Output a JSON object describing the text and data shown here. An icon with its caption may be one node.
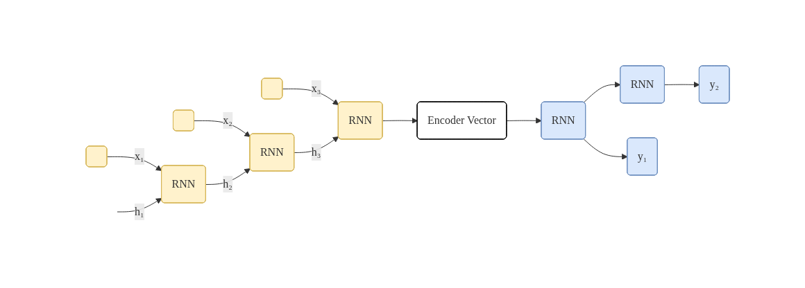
{
  "diagram": {
    "nodes": [
      {
        "text": [],
        "shape": "box"
      },
      {
        "text": [],
        "shape": "box"
      },
      {
        "text": [],
        "shape": "box"
      },
      {
        "text": [
          "RNN"
        ]
      },
      {
        "text": [
          "RNN"
        ]
      },
      {
        "text": [
          "RNN"
        ]
      },
      {
        "text": [
          "Encoder Vector"
        ]
      },
      {
        "text": [
          "RNN"
        ]
      },
      {
        "text": [
          "RNN"
        ]
      },
      {
        "text": [
          "y₁"
        ]
      },
      {
        "text": [
          "y₂"
        ]
      }
    ],
    "edges": [
      {
        "from": 0,
        "to": 3,
        "arrow": "to",
        "label": "x₁"
      },
      {
        "from": 1,
        "to": 4,
        "arrow": "to",
        "label": "x₂"
      },
      {
        "from": 2,
        "to": 5,
        "arrow": "to",
        "label": "x₃"
      },
      {
        "from": null,
        "to": 3,
        "arrow": "to",
        "label": "h₁"
      },
      {
        "from": 3,
        "to": 4,
        "arrow": "to",
        "label": "h₂"
      },
      {
        "from": 4,
        "to": 5,
        "arrow": "to",
        "label": "h₃"
      },
      {
        "from": 5,
        "to": 6,
        "arrow": "to"
      },
      {
        "from": 6,
        "to": 7,
        "arrow": "to"
      },
      {
        "from": 7,
        "to": 8,
        "arrow": "to"
      },
      {
        "from": 7,
        "to": 9,
        "arrow": "to"
      },
      {
        "from": 8,
        "to": 10,
        "arrow": "to"
      }
    ]
  }
}
